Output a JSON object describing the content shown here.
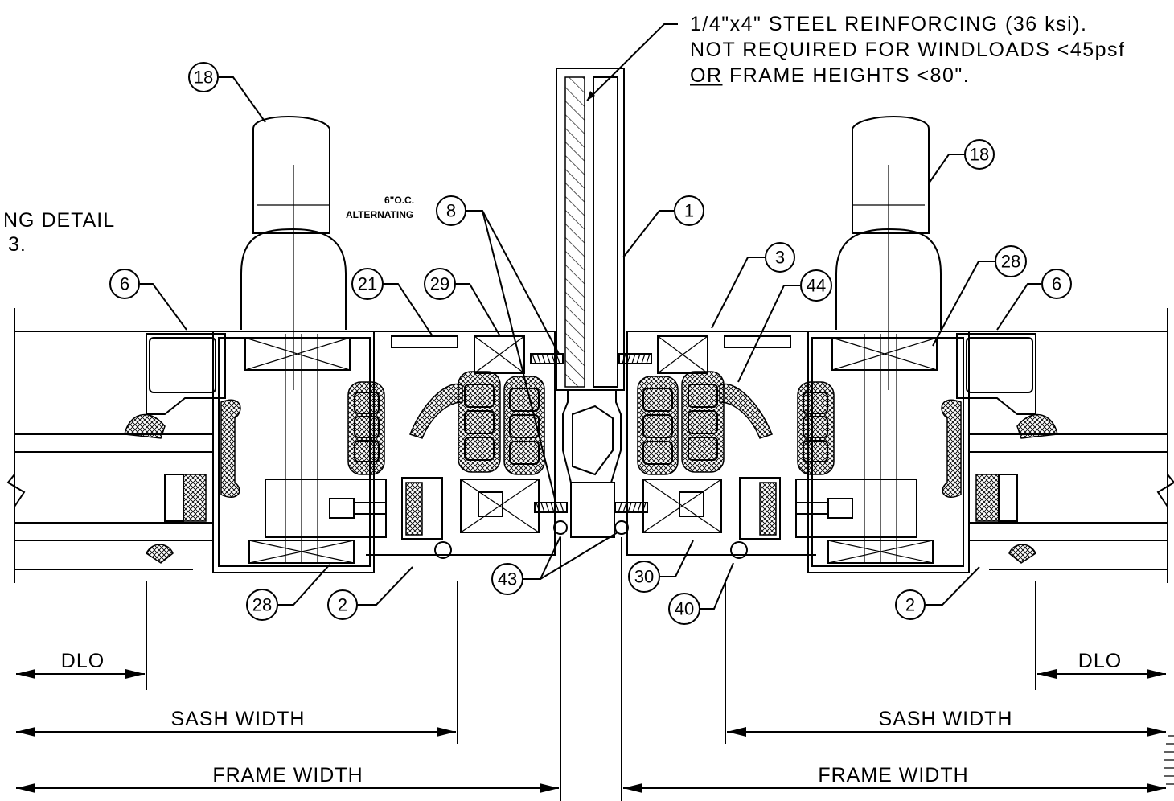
{
  "note": {
    "line1": "1/4\"x4\" STEEL REINFORCING (36 ksi).",
    "line2": "NOT REQUIRED FOR WINDLOADS <45psf",
    "line3_prefix": "OR",
    "line3_rest": " FRAME HEIGHTS <80\"."
  },
  "side_note": {
    "line1": "NG DETAIL",
    "line2": "3."
  },
  "anchor_note": {
    "line1": "6\"O.C.",
    "line2": "ALTERNATING"
  },
  "callouts": {
    "c18_left": "18",
    "c18_right": "18",
    "c1": "1",
    "c8": "8",
    "c3": "3",
    "c44": "44",
    "c28_top": "28",
    "c6_left": "6",
    "c6_right": "6",
    "c21": "21",
    "c29": "29",
    "c28_bottom": "28",
    "c2_left": "2",
    "c43": "43",
    "c30": "30",
    "c40": "40",
    "c2_right": "2"
  },
  "dimensions": {
    "dlo_left": "DLO",
    "dlo_right": "DLO",
    "sash_left": "SASH WIDTH",
    "sash_right": "SASH WIDTH",
    "frame_left": "FRAME WIDTH",
    "frame_right": "FRAME WIDTH"
  }
}
